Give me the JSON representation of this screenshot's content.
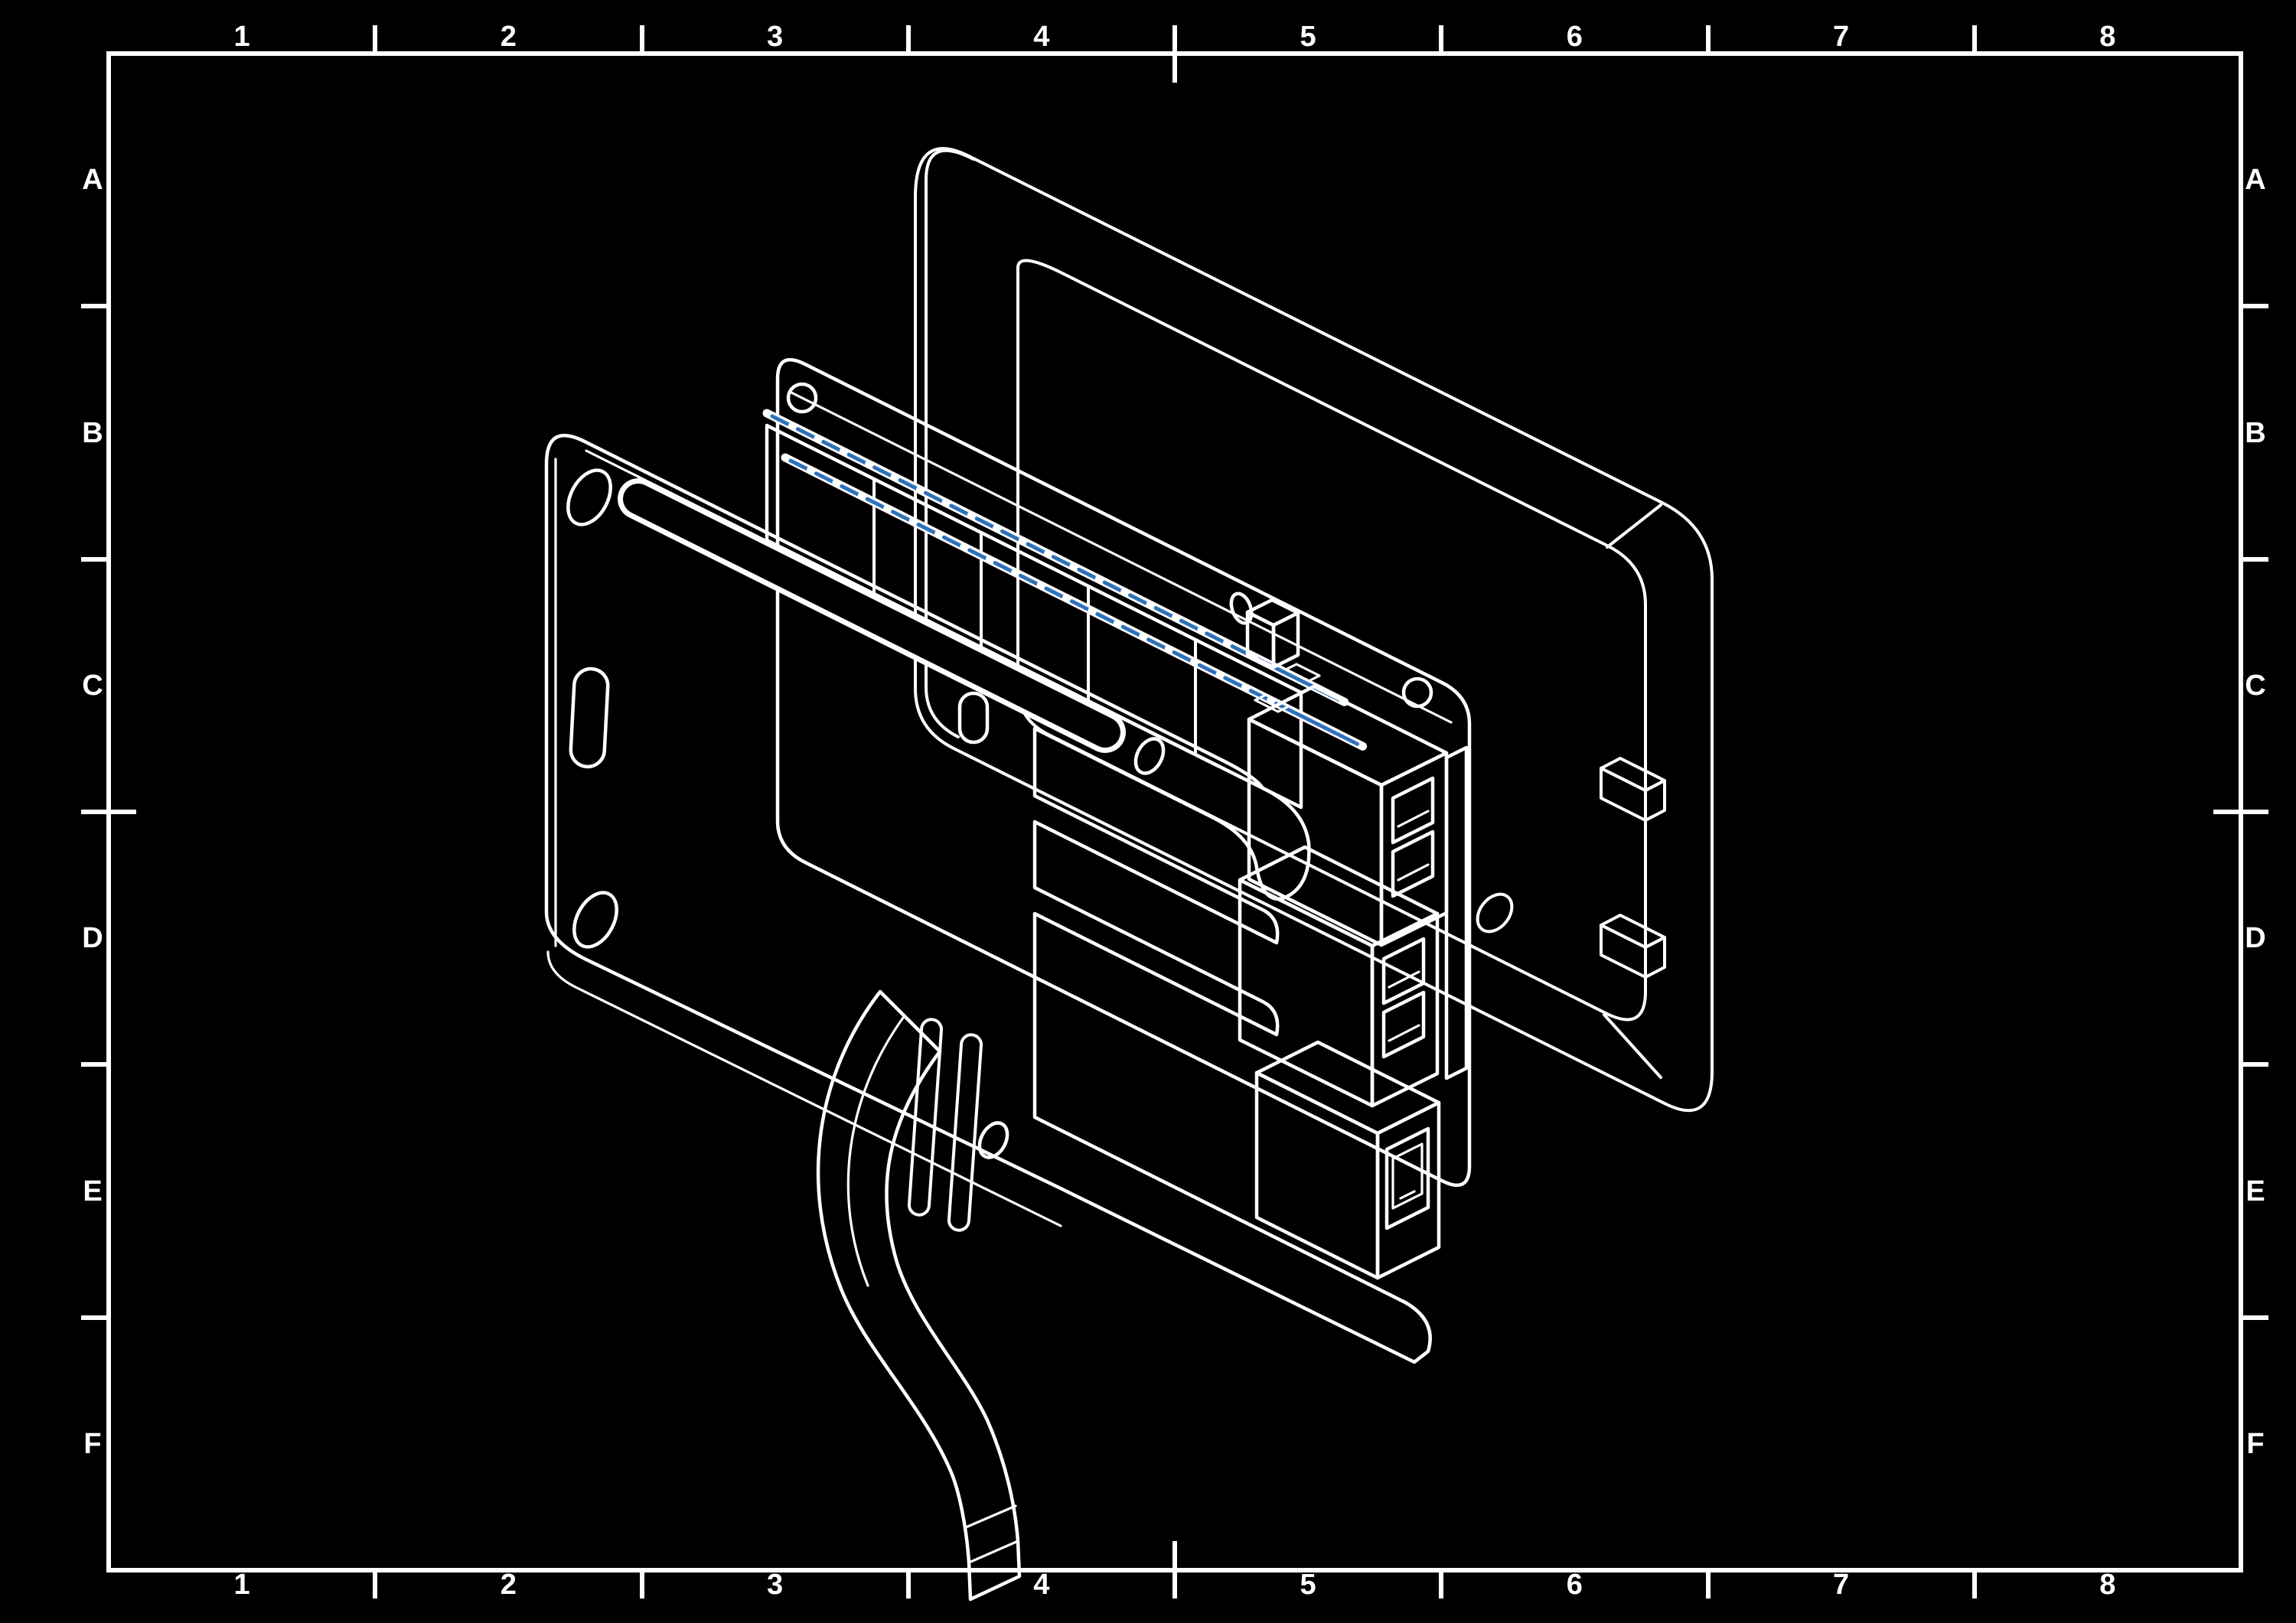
{
  "sheet": {
    "colors": {
      "background": "#000000",
      "frame_line": "#ffffff",
      "label_text": "#ffffff"
    },
    "grid": {
      "columns": [
        "1",
        "2",
        "3",
        "4",
        "5",
        "6",
        "7",
        "8"
      ],
      "rows": [
        "A",
        "B",
        "C",
        "D",
        "E",
        "F"
      ]
    }
  },
  "drawing": {
    "colors": {
      "outline": "#ffffff",
      "plate": "#c07d2e",
      "board": "#2f70ba",
      "hole": "#000000"
    },
    "parts": [
      {
        "id": "case-back-shell",
        "fill": "none"
      },
      {
        "id": "circuit-board",
        "fill": "board"
      },
      {
        "id": "gpio-header-pins",
        "fill": "board"
      },
      {
        "id": "usb-port-stack-upper",
        "fill": "board"
      },
      {
        "id": "usb-port-stack-lower",
        "fill": "board"
      },
      {
        "id": "ethernet-port",
        "fill": "board"
      },
      {
        "id": "mounting-plate",
        "fill": "plate"
      },
      {
        "id": "display-ribbon-cable",
        "fill": "board"
      }
    ]
  }
}
